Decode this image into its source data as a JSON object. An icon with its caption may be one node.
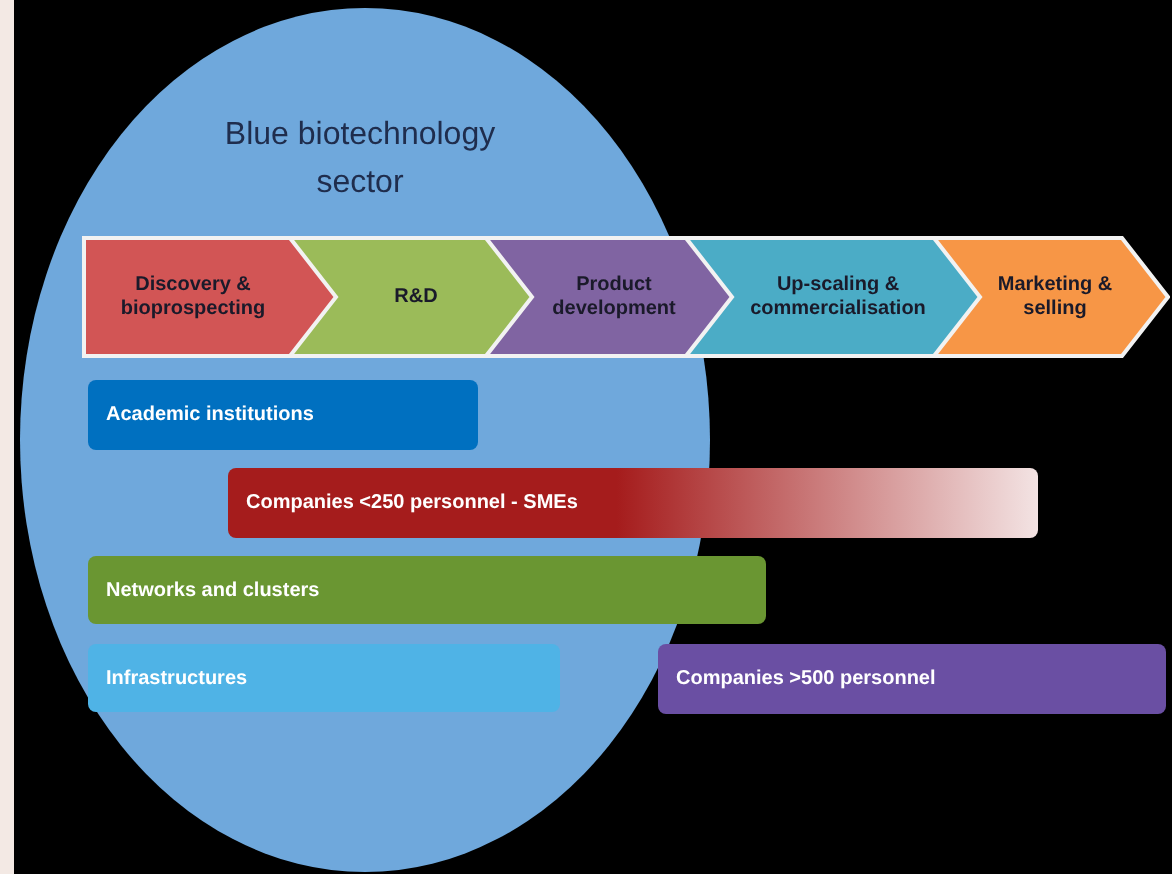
{
  "diagram": {
    "nodes": [
      {
        "text": [
          "Blue biotechnology sector"
        ]
      },
      {
        "text": [
          "Discovery & bioprospecting"
        ],
        "in": 0
      },
      {
        "text": [
          "R&D"
        ],
        "in": 0
      },
      {
        "text": [
          "Product development"
        ]
      },
      {
        "text": [
          "Up-scaling & commercialisation"
        ]
      },
      {
        "text": [
          "Marketing & selling"
        ]
      },
      {
        "text": [
          "Academic institutions"
        ],
        "in": 0
      },
      {
        "text": [
          "Companies <250 personnel - SMEs"
        ]
      },
      {
        "text": [
          "Networks and clusters"
        ]
      },
      {
        "text": [
          "Infrastructures"
        ],
        "in": 0
      },
      {
        "text": [
          "Companies >500 personnel"
        ]
      }
    ],
    "edges": []
  }
}
